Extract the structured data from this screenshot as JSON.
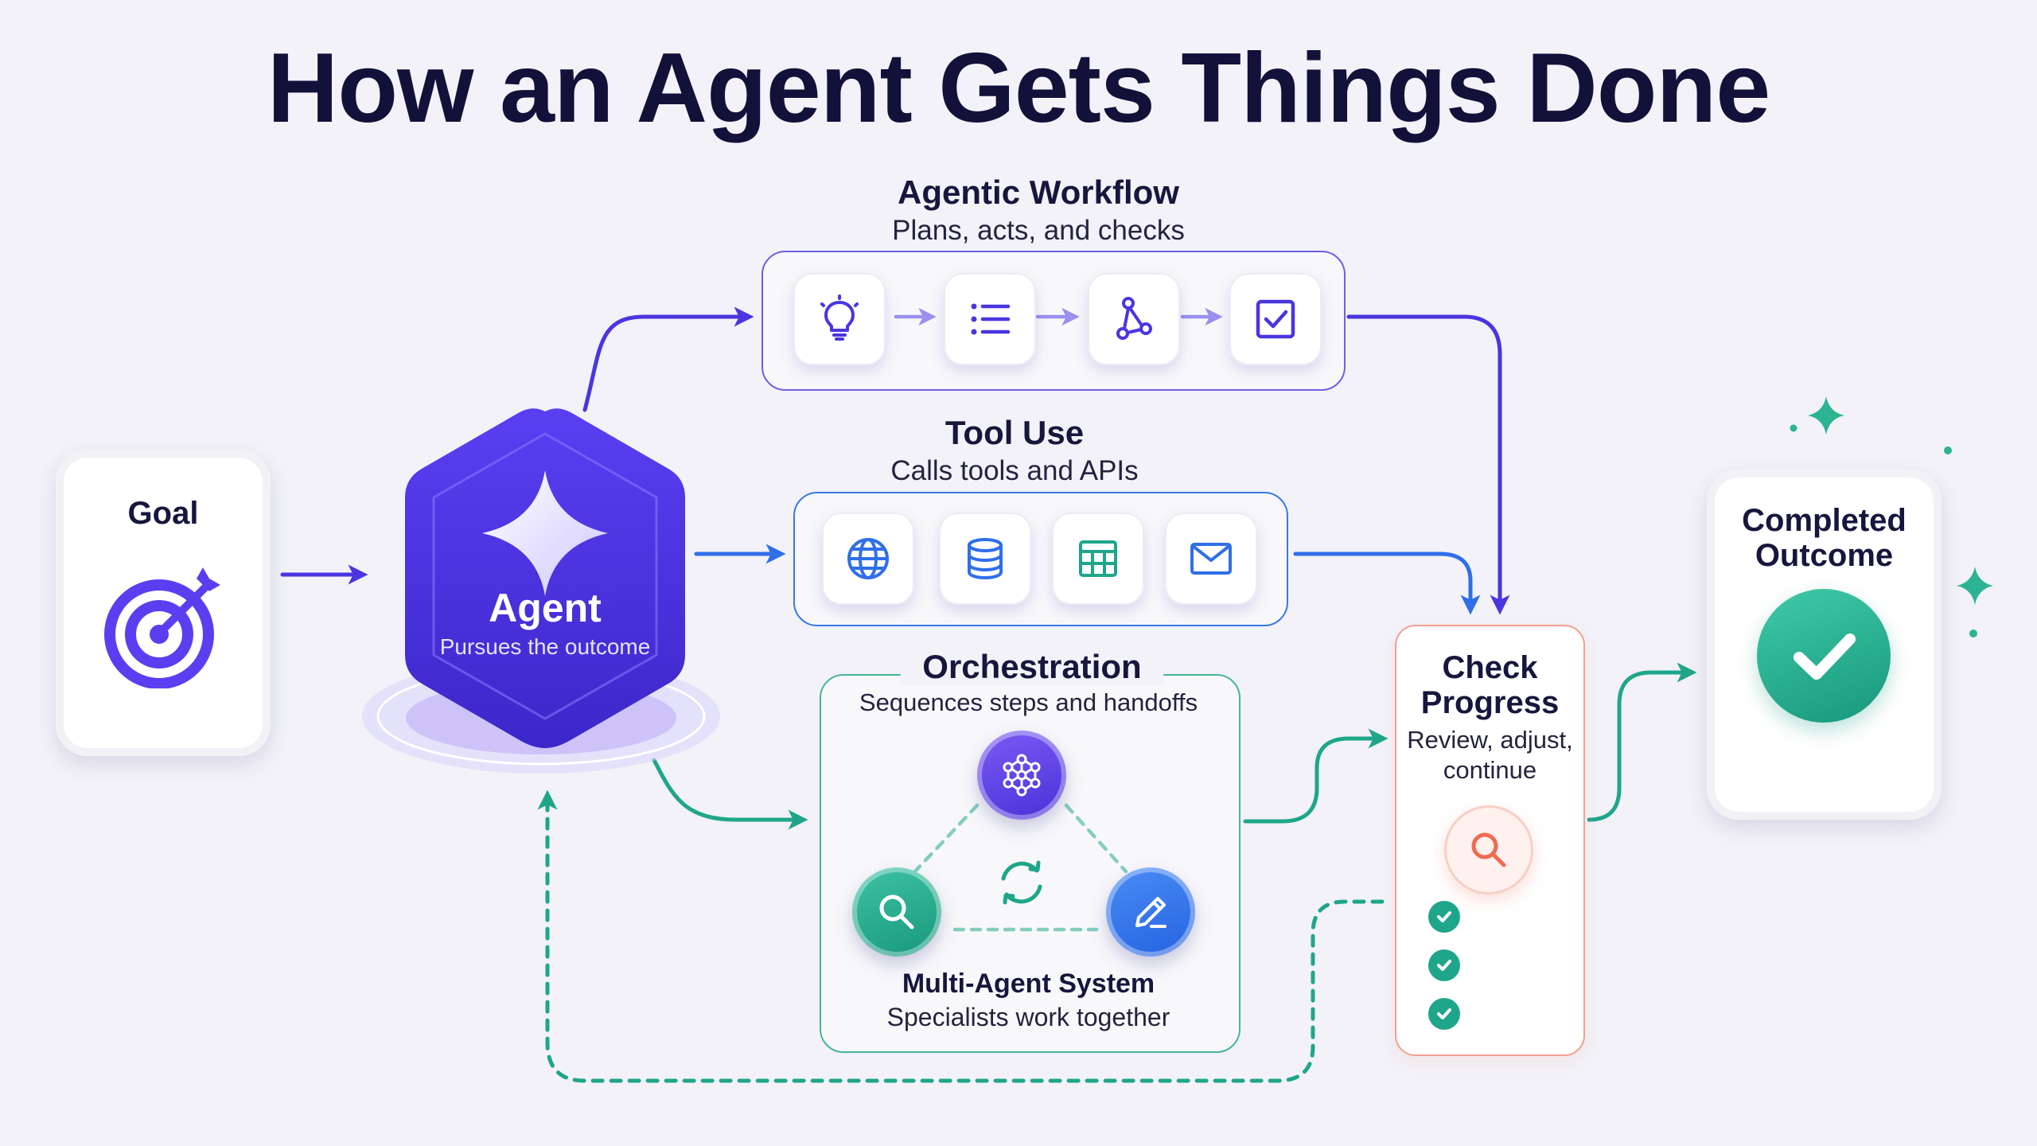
{
  "title": "How an Agent Gets Things Done",
  "goal": {
    "label": "Goal",
    "icon": "target-icon"
  },
  "agent": {
    "label": "Agent",
    "sub": "Pursues the outcome",
    "icon": "sparkle-icon"
  },
  "workflow": {
    "title": "Agentic Workflow",
    "sub": "Plans, acts, and checks",
    "steps": [
      "lightbulb-icon",
      "list-icon",
      "branch-icon",
      "checkbox-icon"
    ]
  },
  "tools": {
    "title": "Tool Use",
    "sub": "Calls tools and APIs",
    "items": [
      "globe-icon",
      "database-icon",
      "table-icon",
      "mail-icon"
    ]
  },
  "orchestration": {
    "title": "Orchestration",
    "sub": "Sequences steps and handoffs",
    "multi_title": "Multi-Agent System",
    "multi_sub": "Specialists work together",
    "nodes": [
      "network-icon",
      "search-icon",
      "pencil-icon",
      "refresh-icon"
    ]
  },
  "check": {
    "title_line1": "Check",
    "title_line2": "Progress",
    "sub_line1": "Review, adjust,",
    "sub_line2": "continue",
    "icon": "search-icon",
    "checks": 3
  },
  "outcome": {
    "label_line1": "Completed",
    "label_line2": "Outcome",
    "icon": "check-icon"
  },
  "colors": {
    "purple": "#4a35e0",
    "blue": "#2f6fe8",
    "teal": "#1fa68a",
    "coral": "#f0907e",
    "navy": "#12113a"
  }
}
